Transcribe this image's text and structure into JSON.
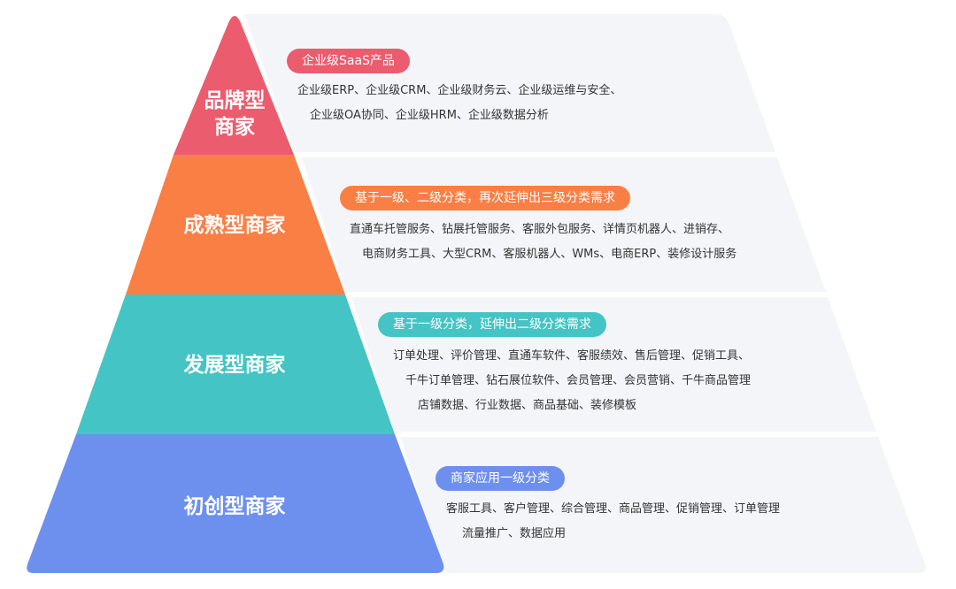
{
  "colors": {
    "panel_bg": "#f4f5f9",
    "tier1": "#eb5c6e",
    "tier2": "#fa7f45",
    "tier3": "#44c4c4",
    "tier4": "#6d90ee"
  },
  "tiers": [
    {
      "title_lines": [
        "品牌型",
        "商家"
      ],
      "tag": "企业级SaaS产品",
      "lines": [
        "企业级ERP、企业级CRM、企业级财务云、企业级运维与安全、",
        "企业级OA协同、企业级HRM、企业级数据分析"
      ]
    },
    {
      "title_lines": [
        "成熟型商家"
      ],
      "tag": "基于一级、二级分类，再次延伸出三级分类需求",
      "lines": [
        "直通车托管服务、钻展托管服务、客服外包服务、详情页机器人、进销存、",
        "电商财务工具、大型CRM、客服机器人、WMs、电商ERP、装修设计服务"
      ]
    },
    {
      "title_lines": [
        "发展型商家"
      ],
      "tag": "基于一级分类，延伸出二级分类需求",
      "lines": [
        "订单处理、评价管理、直通车软件、客服绩效、售后管理、促销工具、",
        "千牛订单管理、钻石展位软件、会员管理、会员营销、千牛商品管理",
        "店铺数据、行业数据、商品基础、装修模板"
      ]
    },
    {
      "title_lines": [
        "初创型商家"
      ],
      "tag": "商家应用一级分类",
      "lines": [
        "客服工具、客户管理、综合管理、商品管理、促销管理、订单管理",
        "流量推广、数据应用"
      ]
    }
  ]
}
